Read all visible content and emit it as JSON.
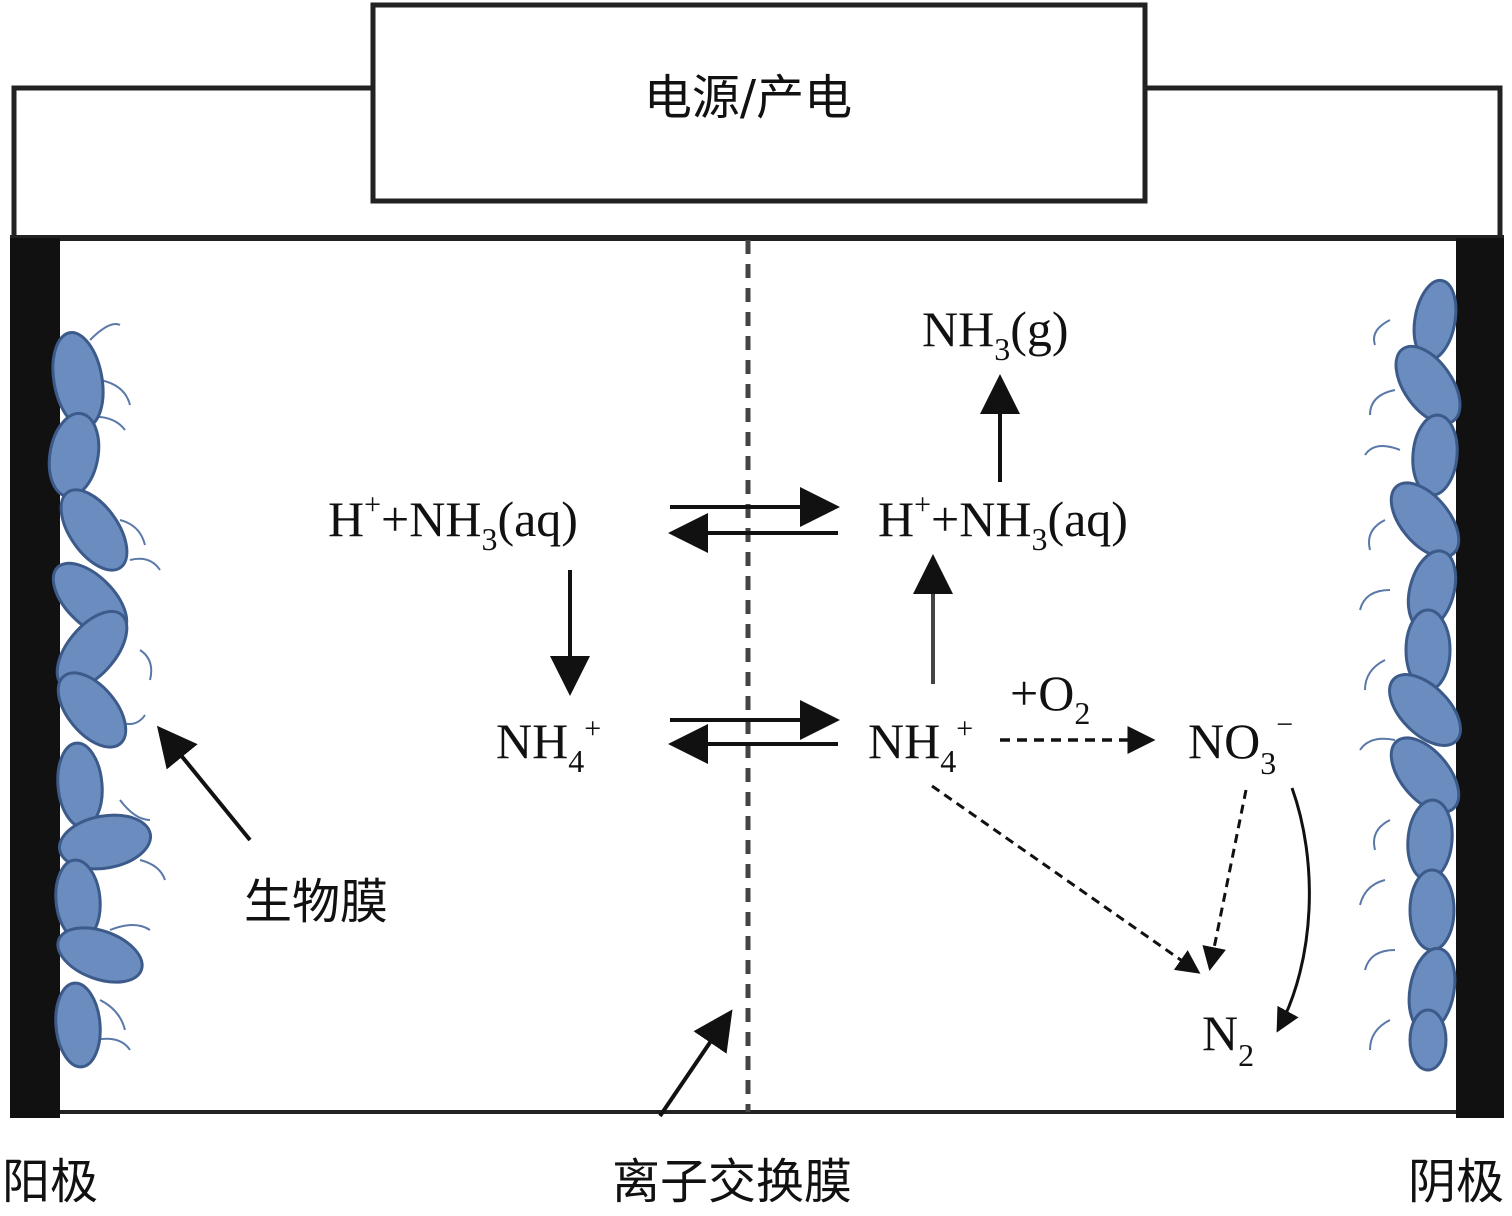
{
  "power": {
    "label": "电源/产电"
  },
  "labels": {
    "anode": "阳极",
    "cathode": "阴极",
    "membrane": "离子交换膜",
    "biofilm": "生物膜"
  },
  "species": {
    "nh3_gas": {
      "base": "NH",
      "sub": "3",
      "tail": "(g)"
    },
    "anode_h_nh3": {
      "h": "H",
      "sup": "+",
      "mid": "+NH",
      "sub": "3",
      "tail": "(aq)"
    },
    "cathode_h_nh3": {
      "h": "H",
      "sup": "+",
      "mid": "+NH",
      "sub": "3",
      "tail": "(aq)"
    },
    "anode_nh4": {
      "base": "NH",
      "sub": "4",
      "sup": "+"
    },
    "cathode_nh4": {
      "base": "NH",
      "sub": "4",
      "sup": "+"
    },
    "oxygen": {
      "base": "+O",
      "sub": "2"
    },
    "nitrate": {
      "base": "NO",
      "sub": "3",
      "sup": "−"
    },
    "nitrogen": {
      "base": "N",
      "sub": "2"
    }
  },
  "colors": {
    "bacteria_fill": "#6b8cbf",
    "bacteria_stroke": "#3c5a8a",
    "electrode": "#111111"
  }
}
